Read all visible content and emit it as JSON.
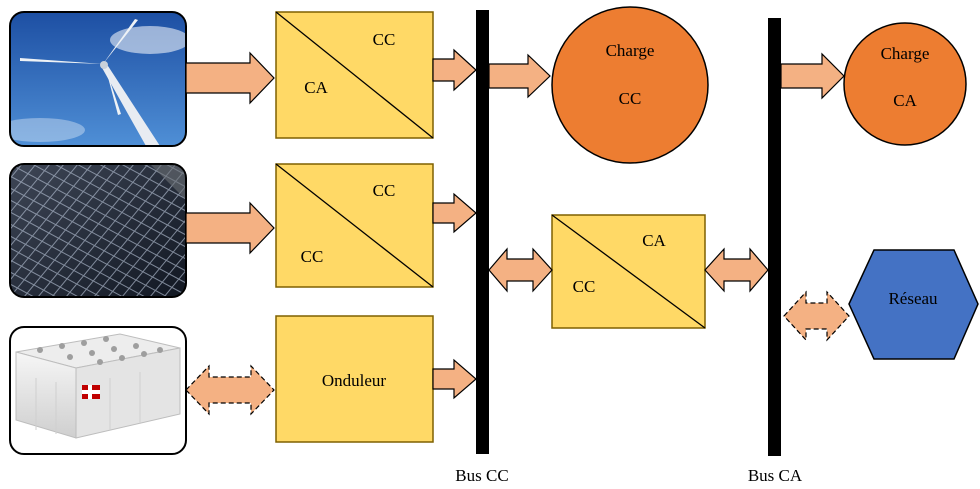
{
  "converters": {
    "wind": {
      "top": "CC",
      "bottom": "CA"
    },
    "solar": {
      "top": "CC",
      "bottom": "CC"
    },
    "battery": {
      "label": "Onduleur"
    },
    "inverter": {
      "top": "CA",
      "bottom": "CC"
    }
  },
  "loads": {
    "dc": {
      "line1": "Charge",
      "line2": "CC"
    },
    "ac": {
      "line1": "Charge",
      "line2": "CA"
    }
  },
  "grid": {
    "label": "Réseau"
  },
  "buses": {
    "dc": "Bus CC",
    "ac": "Bus CA"
  },
  "colors": {
    "converter_fill": "#ffd966",
    "converter_stroke": "#7f6000",
    "load_fill": "#ed7d31",
    "grid_fill": "#4472c4",
    "arrow_fill": "#f4b183",
    "bus": "#000000"
  },
  "icons": {
    "wind": "wind-turbine-photo",
    "solar": "solar-panel-photo",
    "battery": "battery-bank-photo"
  }
}
